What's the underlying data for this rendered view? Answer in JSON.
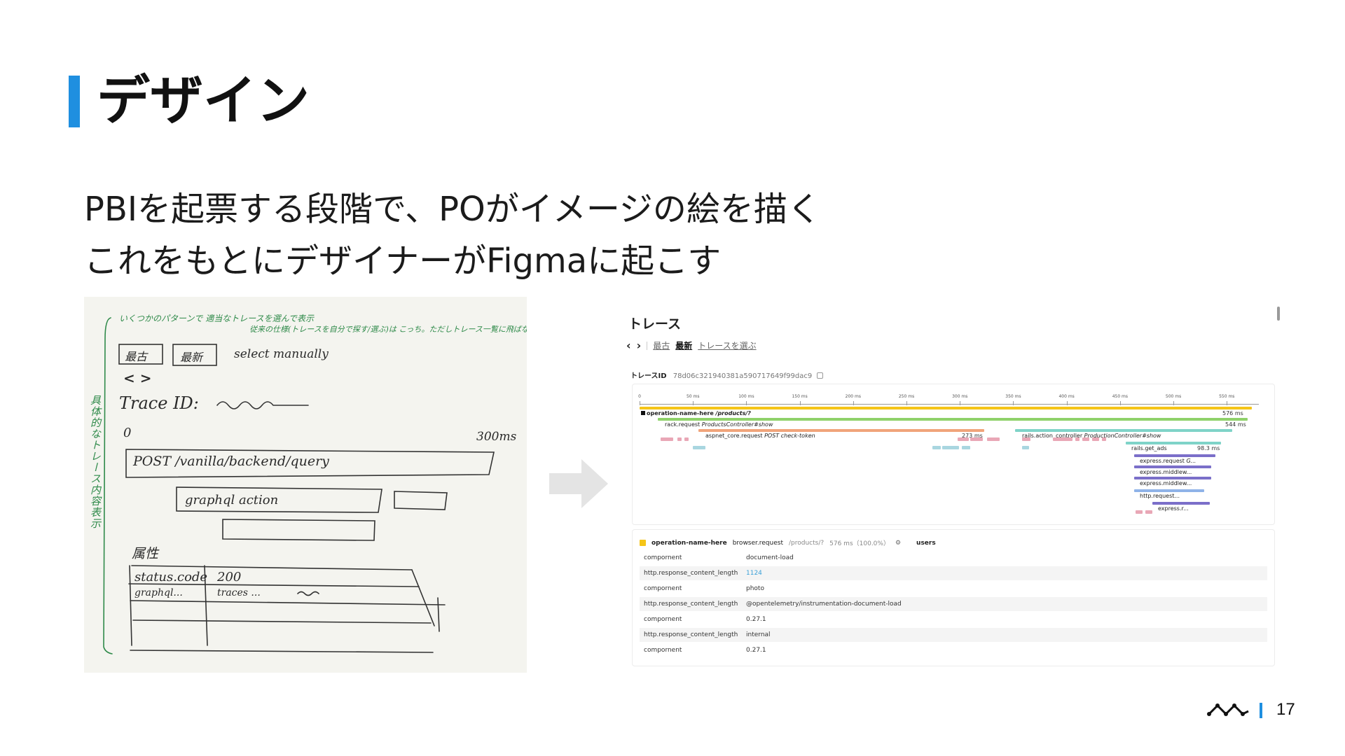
{
  "slide": {
    "title": "デザイン",
    "body_line1": "PBIを起票する段階で、POがイメージの絵を描く",
    "body_line2": "これをもとにデザイナーがFigmaに起こす",
    "page_number": "17",
    "accent_color": "#1f8fe0"
  },
  "sketch": {
    "note1": "いくつかのパターンで 適当なトレースを選んで表示",
    "note2": "従来の仕様(トレースを自分で探す/選ぶ)は こっち。ただしトレース一覧に飛ばなくても選べるほうがいいかも",
    "btn_oldest": "最古",
    "btn_newest": "最新",
    "select_manually": "select manually",
    "nav_arrows": "< >",
    "trace_id_label": "Trace ID:",
    "axis_start": "0",
    "axis_end": "300ms",
    "span_main": "POST /vanilla/backend/query",
    "span_child": "graphql action",
    "attributes_label": "属性",
    "attr_key1": "status.code",
    "attr_val1": "200",
    "attr_key2": "graphql...",
    "attr_val2": "traces ...",
    "side_note": "具体的なトレース内容表示"
  },
  "trace_ui": {
    "title": "トレース",
    "nav": {
      "prev_icon": "‹",
      "next_icon": "›",
      "oldest": "最古",
      "newest": "最新",
      "choose": "トレースを選ぶ"
    },
    "trace_id_label": "トレースID",
    "trace_id_value": "78d06c321940381a590717649f99dac9",
    "ticks": [
      "0",
      "50 ms",
      "100 ms",
      "150 ms",
      "200 ms",
      "250 ms",
      "300 ms",
      "350 ms",
      "400 ms",
      "450 ms",
      "500 ms",
      "550 ms"
    ],
    "spans": [
      {
        "name": "operation-name-here",
        "detail": "/products/?",
        "duration": "576 ms",
        "color": "#f5c518"
      },
      {
        "name": "rack.request",
        "detail": "ProductsController#show",
        "duration": "544 ms",
        "color": "#8fd16a"
      },
      {
        "name": "aspnet_core.request",
        "detail": "POST check-token",
        "duration": "273 ms",
        "color": "#f0a47a"
      },
      {
        "name": "rails.action_controller",
        "detail": "ProductionController#show",
        "duration": "",
        "color": "#7fd3c8"
      },
      {
        "name": "rails.get_ads",
        "detail": "",
        "duration": "98.3 ms",
        "color": "#7fd3c8"
      },
      {
        "name": "express.request",
        "detail": "G...",
        "duration": "",
        "color": "#7b6fc9"
      },
      {
        "name": "express.middlew...",
        "detail": "",
        "duration": "",
        "color": "#7b6fc9"
      },
      {
        "name": "express.middlew...",
        "detail": "",
        "duration": "",
        "color": "#7b6fc9"
      },
      {
        "name": "http.request...",
        "detail": "",
        "duration": "",
        "color": "#8fb3e8"
      },
      {
        "name": "express.r...",
        "detail": "",
        "duration": "",
        "color": "#7b6fc9"
      }
    ],
    "detail": {
      "name": "operation-name-here",
      "kind": "browser.request",
      "path": "/products/?",
      "duration": "576 ms（100.0%）",
      "service": "users",
      "rows": [
        {
          "key": "compornent",
          "value": "document-load"
        },
        {
          "key": "http.response_content_length",
          "value": "1124"
        },
        {
          "key": "compornent",
          "value": "photo"
        },
        {
          "key": "http.response_content_length",
          "value": "@opentelemetry/instrumentation-document-load"
        },
        {
          "key": "compornent",
          "value": "0.27.1"
        },
        {
          "key": "http.response_content_length",
          "value": "internal"
        },
        {
          "key": "compornent",
          "value": "0.27.1"
        }
      ]
    }
  }
}
